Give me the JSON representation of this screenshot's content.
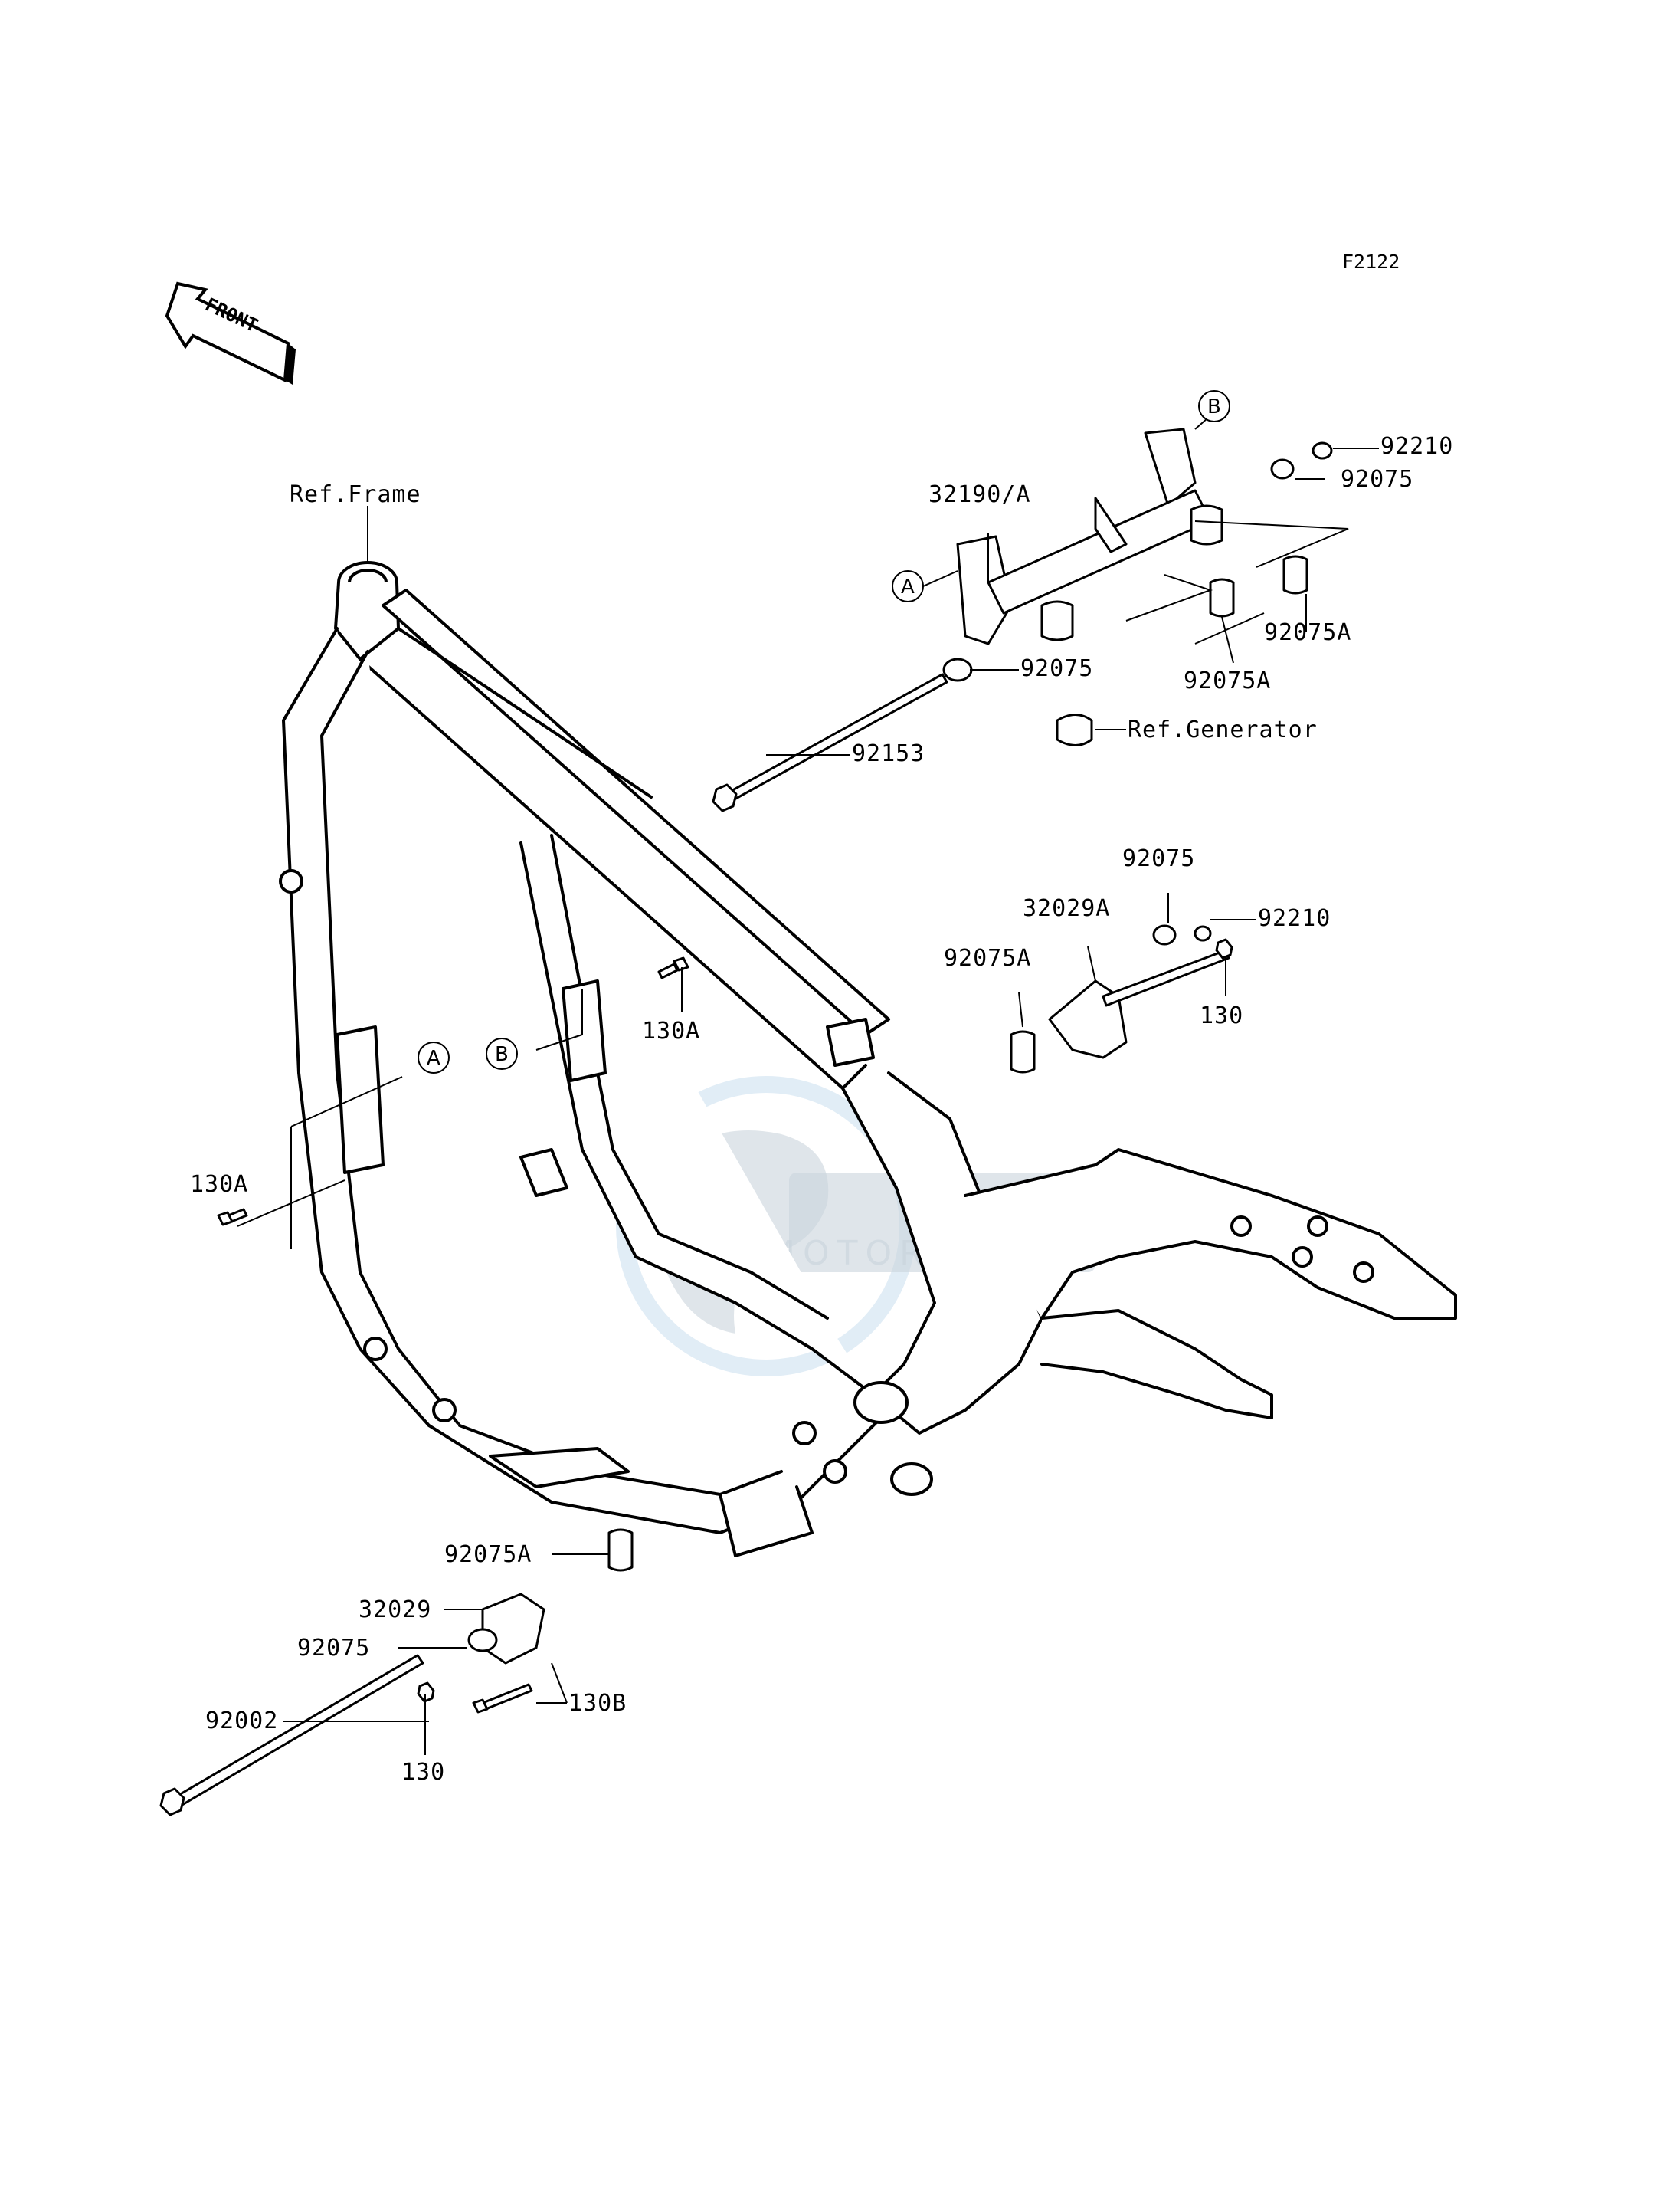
{
  "diagram": {
    "code": "F2122",
    "front_arrow": "FRONT",
    "ref_labels": {
      "frame": "Ref.Frame",
      "generator": "Ref.Generator"
    },
    "callouts": {
      "a": "A",
      "b": "B"
    },
    "parts": {
      "p32190A": "32190/A",
      "p92210_top": "92210",
      "p92075_top": "92075",
      "p92075A_right": "92075A",
      "p92075A_mid": "92075A",
      "p92075_mid": "92075",
      "p92153": "92153",
      "p92075_2": "92075",
      "p32029A": "32029A",
      "p92210_2": "92210",
      "p92075A_left": "92075A",
      "p130_right": "130",
      "p130A_center": "130A",
      "p130A_left": "130A",
      "p92075A_bottom": "92075A",
      "p32029": "32029",
      "p92075_bottom": "92075",
      "p92002": "92002",
      "p130B": "130B",
      "p130_bottom": "130"
    },
    "watermark": {
      "text": "MOTORPARTS",
      "color": "#c9d3dc"
    }
  }
}
